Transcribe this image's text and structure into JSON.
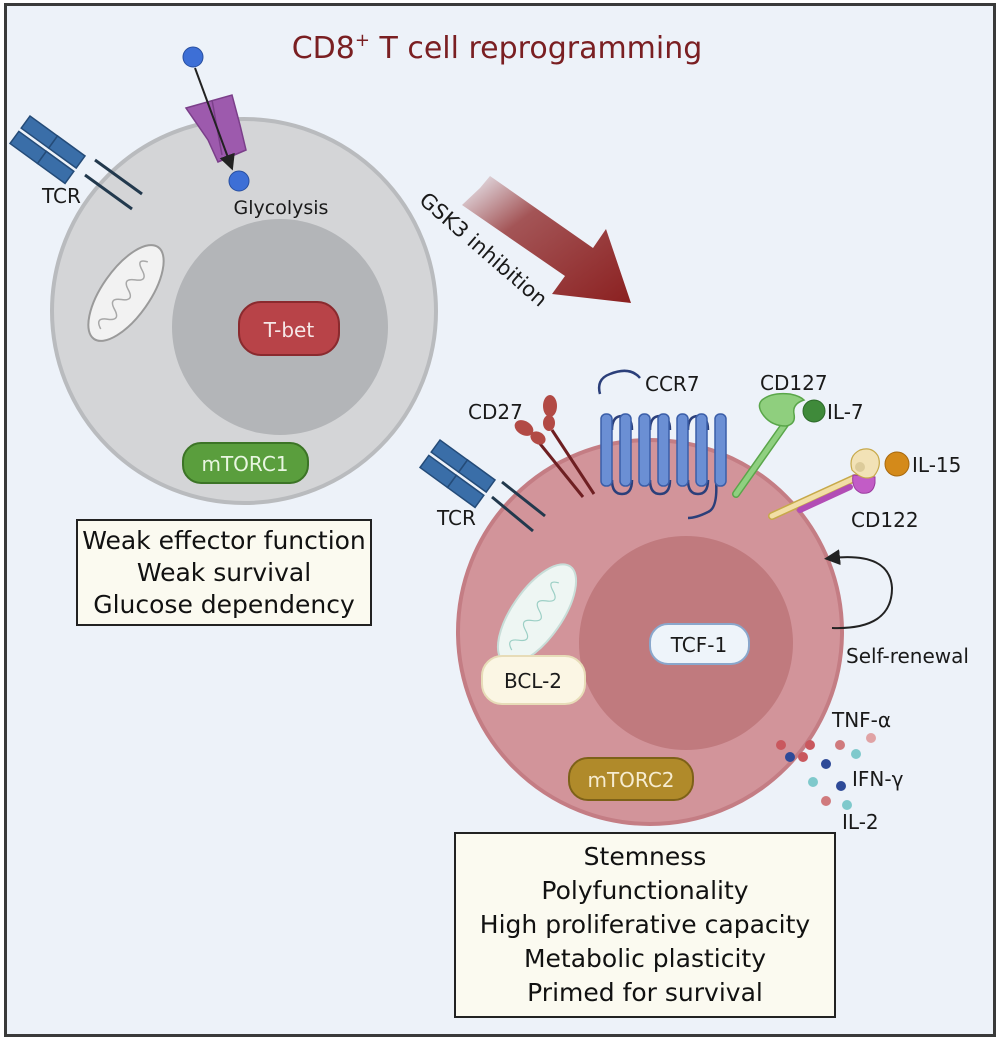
{
  "title": {
    "main": "CD8",
    "superscript": "+",
    "rest": " T cell reprogramming"
  },
  "arrow_label": "GSK3 inhibition",
  "left_cell": {
    "receptors": {
      "tcr": "TCR"
    },
    "transporter_label": "Glycolysis",
    "nucleus_factor": "T-bet",
    "complex": "mTORC1",
    "phenotype": [
      "Weak effector function",
      "Weak survival",
      "Glucose dependency"
    ]
  },
  "right_cell": {
    "receptors": {
      "tcr": "TCR",
      "cd27": "CD27",
      "ccr7": "CCR7",
      "cd127": "CD127",
      "il7": "IL-7",
      "il15": "IL-15",
      "cd122": "CD122"
    },
    "nucleus_factor": "TCF-1",
    "mito_factor": "BCL-2",
    "complex": "mTORC2",
    "self_renewal": "Self-renewal",
    "cytokines": [
      "TNF-α",
      "IFN-γ",
      "IL-2"
    ],
    "phenotype": [
      "Stemness",
      "Polyfunctionality",
      "High proliferative capacity",
      "Metabolic plasticity",
      "Primed for survival"
    ]
  },
  "colors": {
    "title": "#7a1f22",
    "gsk3_arrow": "#8b2020",
    "left_cell": "#d4d5d7",
    "left_nucleus": "#b3b5b8",
    "right_cell": "#d2949a",
    "right_nucleus": "#c07a7e",
    "tbet": "#b84348",
    "mtorc1": "#5a9e3d",
    "mtorc2": "#b08a2a",
    "tcr": "#3a6ea8",
    "ccr7": "#6b8fd4",
    "cd27": "#b24a45",
    "cd127": "#7fc070",
    "il7": "#3f8a3a",
    "il15": "#d48a1a",
    "glut": "#9d5aad",
    "glucose": "#3d6fd6"
  }
}
